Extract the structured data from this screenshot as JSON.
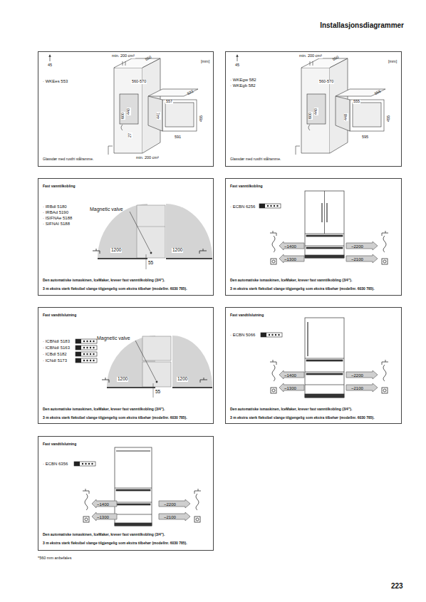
{
  "diagram": {
    "title": "Installasjonsdiagrammer",
    "nodes": [
      {
        "text": [
          "· WKEes 553",
          "Glassdør med rustfri stålramme."
        ]
      },
      {
        "text": [
          "· WKEgw 582",
          "· WKEgb 582",
          "Glassdør med rustfri stålramme."
        ]
      },
      {
        "text": [
          "Fast vanntilkobling",
          "· IRBdI 5180",
          "· IRBAd 5190",
          "· ISIFNAe 5188",
          "· SIFNAI 5188",
          "Den automatiske ismaskinen, IceMaker, krever fast vanntilkobling (3/4\").",
          "3 m ekstra sterk fleksibel slange tilgjengelig som ekstra tilbehør (modellnr. 6030 785)."
        ]
      },
      {
        "text": [
          "Fast vanntilkobling",
          "· ECBN 6256",
          "Den automatiske ismaskinen, IceMaker, krever fast vanntilkobling (3/4\").",
          "3 m ekstra sterk fleksibel slange tilgjengelig som ekstra tilbehør (modellnr. 6030 785)."
        ]
      },
      {
        "text": [
          "Fast vandtilslutning",
          "· ICBNdI 5183",
          "· ICBNdI 5163",
          "· ICBdI 5182",
          "· ICNdI 5173",
          "Den automatiske ismaskinen, IceMaker, krever fast vanntilkobling (3/4\").",
          "3 m ekstra sterk fleksibel slange tilgjengelig som ekstra tilbehør (modellnr. 6030 785)."
        ]
      },
      {
        "text": [
          "Fast vandtilslutning",
          "· ECBN 5066",
          "Den automatiske ismaskinen, IceMaker, krever fast vanntilkobling (3/4\").",
          "3 m ekstra sterk fleksibel slange tilgjengelig som ekstra tilbehør (modellnr. 6030 785)."
        ]
      },
      {
        "text": [
          "Fast vandtilslutning",
          "· ECBN 6356",
          "Den automatiske ismaskinen, IceMaker, krever fast vanntilkobling (3/4\").",
          "3 m ekstra sterk fleksibel slange tilgjengelig som ekstra tilbehør (modellnr. 6030 785)."
        ]
      }
    ],
    "labels": [
      "45",
      "min. 200 cm²",
      "550",
      "[mm]",
      "560-570",
      "557",
      "522",
      "600",
      "440",
      "441",
      "455",
      "591",
      "27",
      "min. 200 cm²",
      "45",
      "min. 200 cm²",
      "550",
      "[mm]",
      "560-570",
      "555",
      "558",
      "600",
      "440",
      "448",
      "455",
      "595",
      "Magnetic valve",
      "1200",
      "1200",
      "55",
      "~1400",
      "~1300",
      "~2200",
      "~2100",
      "Magnetic valve",
      "1200",
      "1200",
      "55",
      "~1400",
      "~1300",
      "~2200",
      "~2100",
      "~1400",
      "~1300",
      "~2200",
      "~2100",
      "*560 mm anbefales",
      "223"
    ]
  }
}
